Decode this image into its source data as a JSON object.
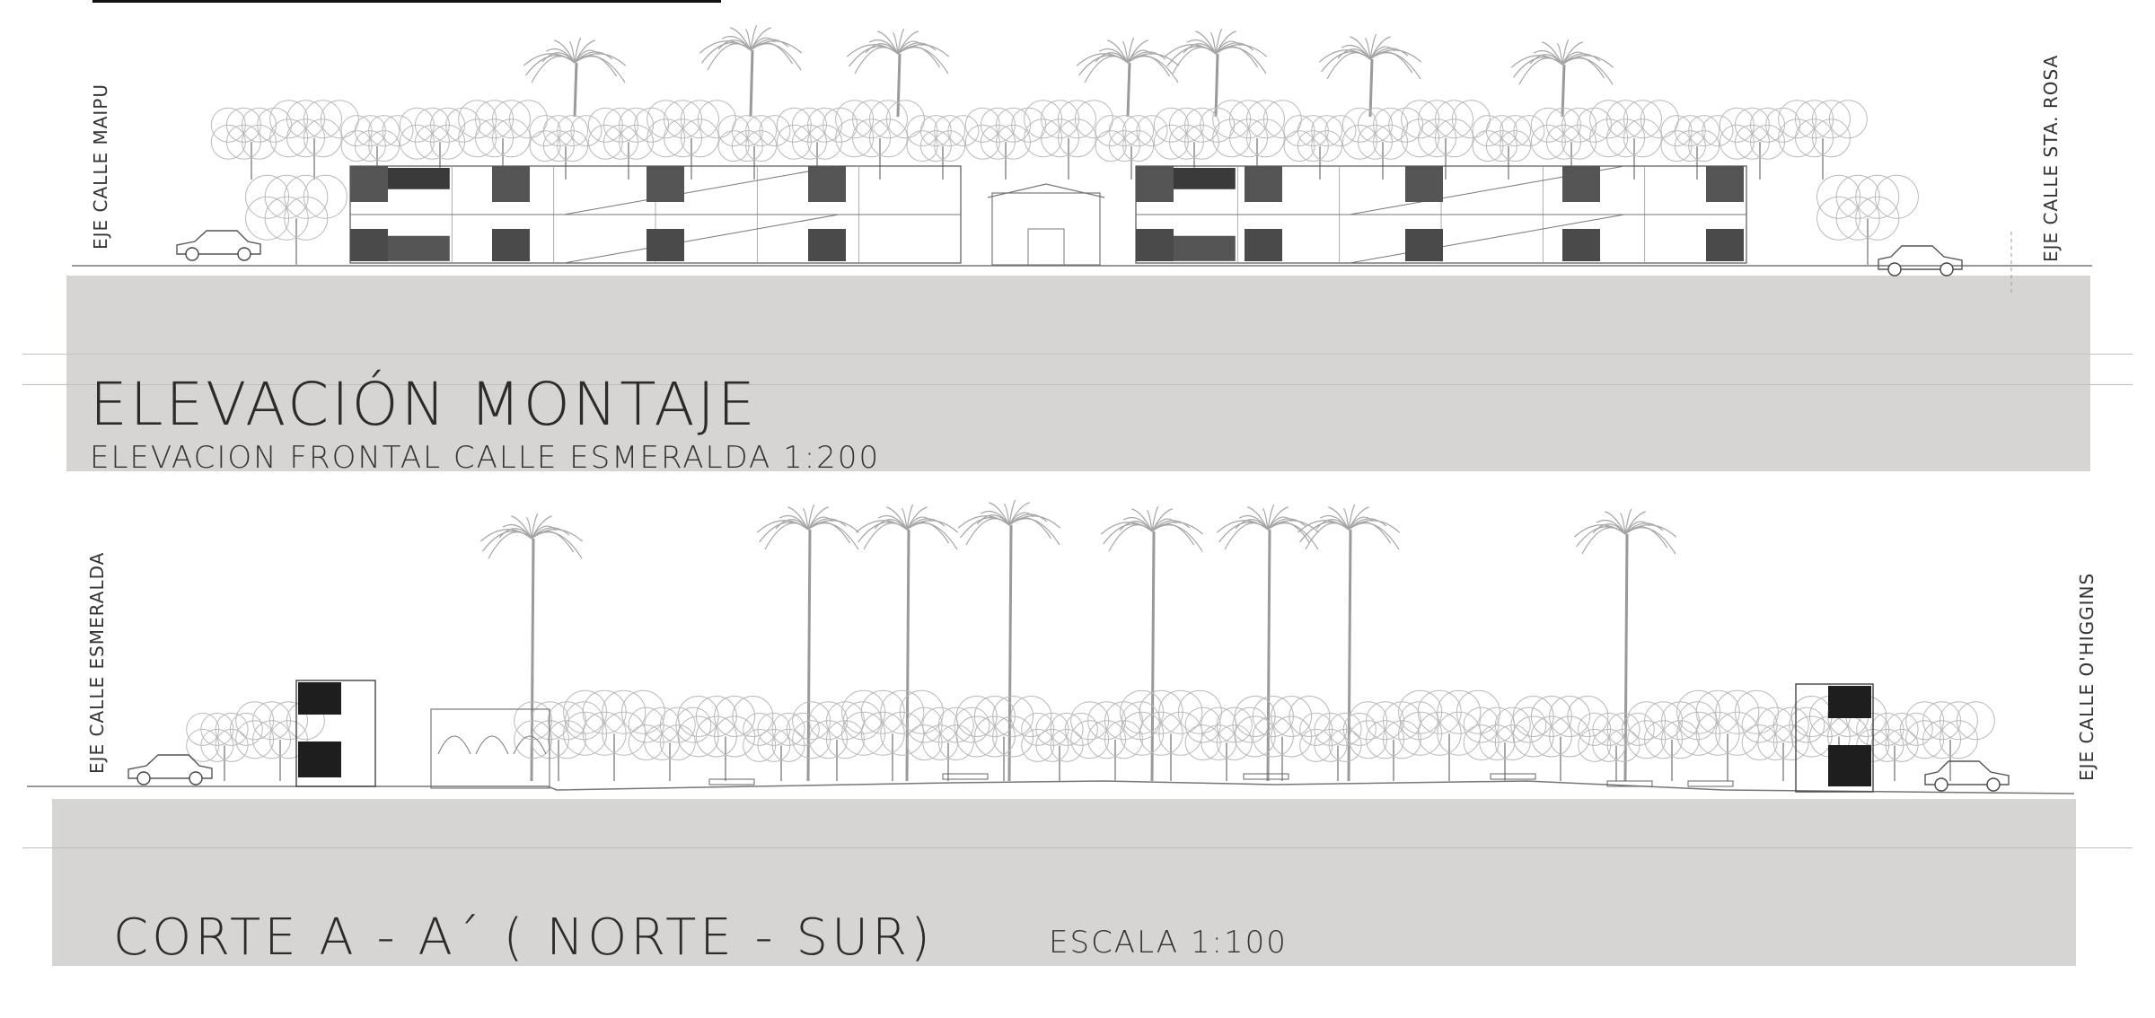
{
  "elevation": {
    "title": "ELEVACIÓN MONTAJE",
    "subtitle": "ELEVACION FRONTAL CALLE ESMERALDA 1:200",
    "left_axis": "EJE CALLE MAIPU",
    "right_axis": "EJE CALLE STA. ROSA"
  },
  "section": {
    "title": "CORTE A - A´  ( NORTE - SUR)",
    "scale": "ESCALA 1:100",
    "left_axis": "EJE CALLE ESMERALDA",
    "right_axis": "EJE CALLE O'HIGGINS"
  },
  "colors": {
    "band": "#d6d5d4",
    "ink": "#2a2a2a",
    "line": "#9a9a9a"
  }
}
